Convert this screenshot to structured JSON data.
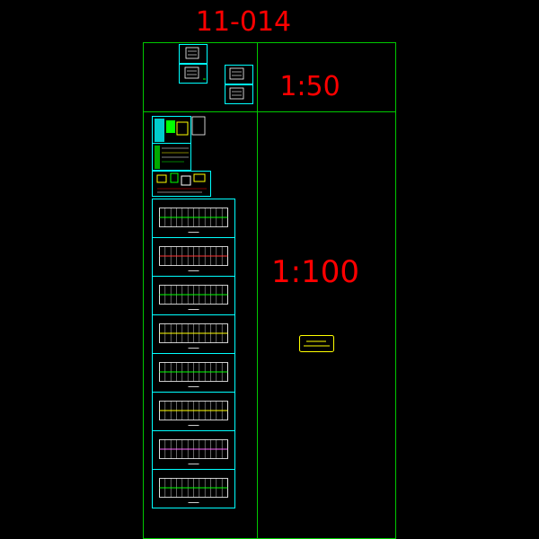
{
  "drawing": {
    "number": "11-014",
    "scales": {
      "upper": "1:50",
      "lower": "1:100"
    }
  },
  "colors": {
    "background": "#000000",
    "frame": "#00c800",
    "sheet": "#00ffff",
    "title": "#ff0000",
    "note": "#ffff00",
    "content": "#ffffff"
  },
  "sheets": {
    "detail_count": 4,
    "plan_count": 8
  }
}
